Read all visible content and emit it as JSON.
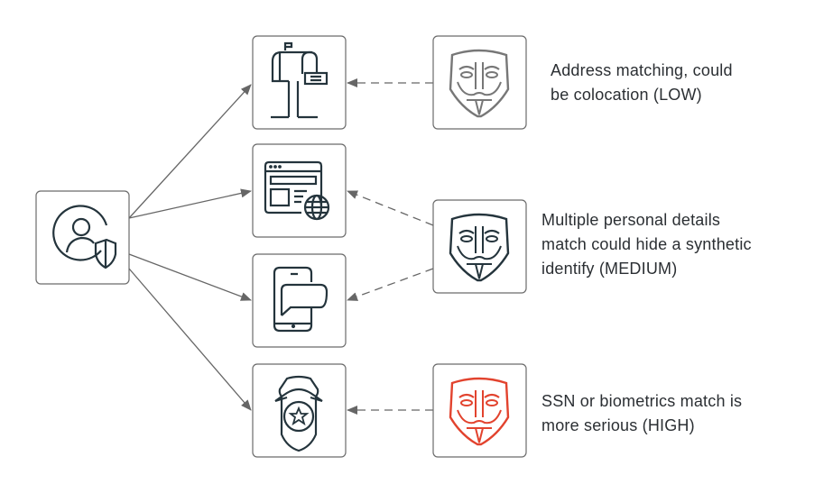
{
  "colors": {
    "box_border": "#6b6b6b",
    "icon": "#24343c",
    "mask_neutral": "#777777",
    "mask_high": "#e2432e",
    "arrow": "#666666"
  },
  "nodes": {
    "identity": {
      "icon": "user-shield-icon"
    },
    "targets": [
      {
        "icon": "mailbox-icon"
      },
      {
        "icon": "web-browser-globe-icon"
      },
      {
        "icon": "phone-chat-icon"
      },
      {
        "icon": "police-badge-icon"
      }
    ],
    "threats": [
      {
        "icon": "mask-icon",
        "level": "LOW",
        "lines": [
          "Address matching, could",
          "be colocation (LOW)"
        ]
      },
      {
        "icon": "mask-icon",
        "level": "MEDIUM",
        "lines": [
          "Multiple personal details",
          "match could hide a synthetic",
          "identify (MEDIUM)"
        ]
      },
      {
        "icon": "mask-icon",
        "level": "HIGH",
        "lines": [
          "SSN or biometrics match is",
          "more serious (HIGH)"
        ]
      }
    ]
  }
}
